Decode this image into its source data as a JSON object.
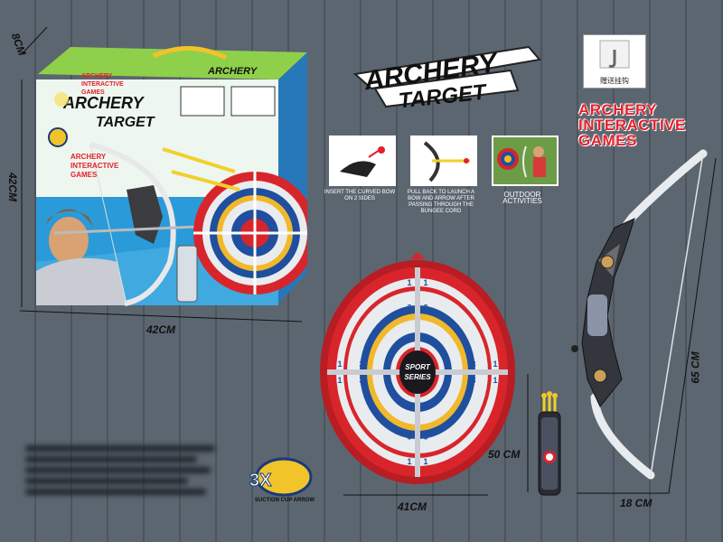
{
  "product": {
    "title_line1": "ARCHERY",
    "title_line2": "TARGET",
    "subtitle_line1": "ARCHERY",
    "subtitle_line2": "INTERACTIVE",
    "subtitle_line3": "GAMES",
    "outdoor_label": "OUTDOOR ACTIVITIES",
    "step1_caption": "INSERT THE CURVED BOW ON 2 SIDES",
    "step2_caption": "PULL BACK TO LAUNCH A BOW AND ARROW AFTER PASSING THROUGH THE BUNGEE CORD",
    "hook_caption": "赠送挂钩",
    "target_label_line1": "SPORT",
    "target_label_line2": "SERIES",
    "arrows_badge_count": "3X",
    "arrows_badge_caption": "SUCTION CUP ARROW"
  },
  "dimensions": {
    "box_depth": "8CM",
    "box_height": "42CM",
    "box_width": "42CM",
    "target_width": "41CM",
    "quiver_height": "50 CM",
    "bow_height": "65 CM",
    "bow_width": "18 CM"
  },
  "target_numbers": [
    "1",
    "3",
    "5",
    "5",
    "3",
    "1",
    "1",
    "3",
    "5",
    "5",
    "3",
    "1",
    "1",
    "3",
    "5",
    "5",
    "3",
    "1",
    "1",
    "3",
    "5",
    "5",
    "3",
    "1"
  ],
  "colors": {
    "background": "#5c6670",
    "target_red": "#d8252b",
    "target_blue": "#1f4f9e",
    "target_yellow": "#f1b82b",
    "title_red": "#e5202a",
    "box_green": "#7cc33e",
    "box_blue": "#2a9ad8"
  }
}
